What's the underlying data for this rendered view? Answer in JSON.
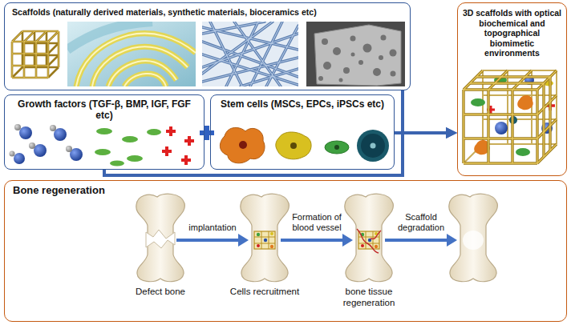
{
  "diagram": {
    "nodes": [
      {
        "text": [
          "Scaffolds (naturally derived materials, synthetic materials, bioceramics etc)"
        ]
      },
      {
        "text": [
          "Growth factors (TGF-β, BMP, IGF, FGF etc)"
        ]
      },
      {
        "text": [
          "Stem cells (MSCs, EPCs, iPSCs etc)"
        ]
      },
      {
        "text": [
          "3D scaffolds with optical biochemical and topographical biomimetic environments"
        ]
      },
      {
        "text": [
          "Bone regeneration"
        ]
      }
    ],
    "edges": [
      {
        "from": 0,
        "to": 3,
        "arrow": "to"
      },
      {
        "from": 1,
        "to": 3,
        "arrow": "to"
      },
      {
        "from": 2,
        "to": 3,
        "arrow": "to"
      }
    ],
    "labels": [
      "implantation",
      "Formation of blood vessel",
      "Scaffold degradation",
      "Defect bone",
      "Cells recruitment",
      "bone tissue regeneration"
    ]
  }
}
